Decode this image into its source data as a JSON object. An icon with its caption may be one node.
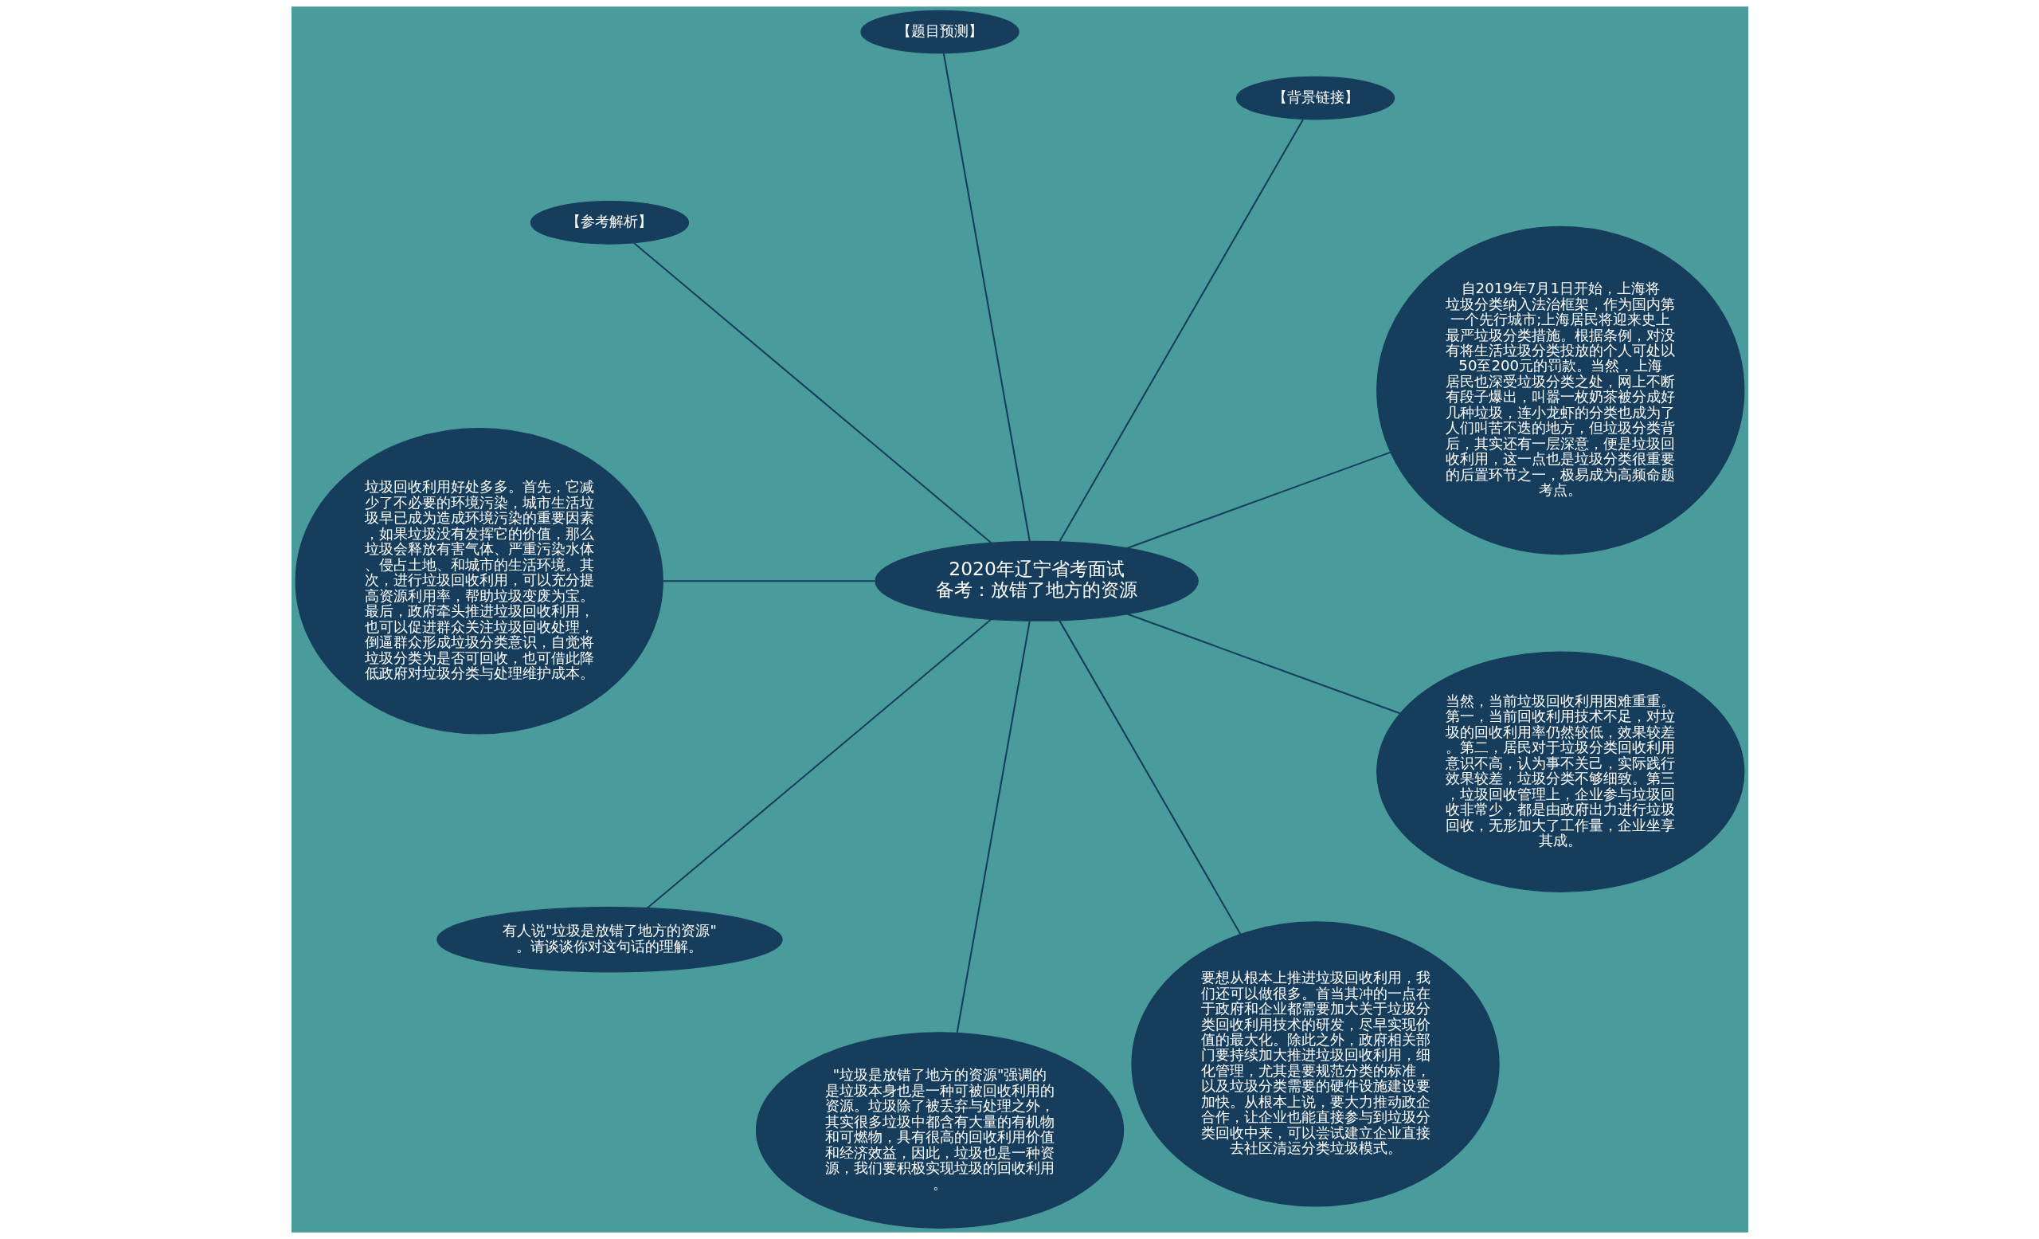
{
  "diagram": {
    "nodes": [
      {
        "text": [
          "2020年辽宁省考面试备考：放错了地方的资源"
        ]
      },
      {
        "text": [
          "自2019年7月1日开始，上海将垃圾分类纳入法治框架，作为国内第一个先行城市;上海居民将迎来史上最严垃圾分类措施。根据条例，对没有将生活垃圾分类投放的个人可处以50至200元的罚款。当然，上海居民也深受垃圾分类之处，网上不断有段子爆出，叫嚣一枚奶茶被分成好几种垃圾，连小龙虾的分类也成为了人们叫苦不迭的地方，但垃圾分类背后，其实还有一层深意，便是垃圾回收利用，这一点也是垃圾分类很重要的后置环节之一，极易成为高频命题考点。"
        ]
      },
      {
        "text": [
          "【背景链接】"
        ]
      },
      {
        "text": [
          "【题目预测】"
        ]
      },
      {
        "text": [
          "【参考解析】"
        ]
      },
      {
        "text": [
          "垃圾回收利用好处多多。首先，它减少了不必要的环境污染，城市生活垃圾早已成为造成环境污染的重要因素，如果垃圾没有发挥它的价值，那么垃圾会释放有害气体、严重污染水体、侵占土地、和城市的生活环境。其次，进行垃圾回收利用，可以充分提高资源利用率，帮助垃圾变废为宝。最后，政府牵头推进垃圾回收利用，也可以促进群众关注垃圾回收处理，倒逼群众形成垃圾分类意识，自觉将垃圾分类为是否可回收，也可借此降低政府对垃圾分类与处理维护成本。"
        ]
      },
      {
        "text": [
          "有人说\"垃圾是放错了地方的资源\"。请谈谈你对这句话的理解。"
        ]
      },
      {
        "text": [
          "\"垃圾是放错了地方的资源\"强调的是垃圾本身也是一种可被回收利用的资源。垃圾除了被丢弃与处理之外，其实很多垃圾中都含有大量的有机物和可燃物，具有很高的回收利用价值和经济效益，因此，垃圾也是一种资源，我们要积极实现垃圾的回收利用。"
        ]
      },
      {
        "text": [
          "要想从根本上推进垃圾回收利用，我们还可以做很多。首当其冲的一点在于政府和企业都需要加大关于垃圾分类回收利用技术的研发，尽早实现价值的最大化。除此之外，政府相关部门要持续加大推进垃圾回收利用，细化管理，尤其是要规范分类的标准，以及垃圾分类需要的硬件设施建设要加快。从根本上说，要大力推动政企合作，让企业也能直接参与到垃圾分类回收中来，可以尝试建立企业直接去社区清运分类垃圾模式。"
        ]
      },
      {
        "text": [
          "当然，当前垃圾回收利用困难重重。第一，当前回收利用技术不足，对垃圾的回收利用率仍然较低，效果较差。第二，居民对于垃圾分类回收利用意识不高，认为事不关己，实际践行效果较差，垃圾分类不够细致。第三，垃圾回收管理上，企业参与垃圾回收非常少，都是由政府出力进行垃圾回收，无形加大了工作量，企业坐享其成。"
        ]
      }
    ],
    "edges": [
      {
        "from": 0,
        "to": 1,
        "arrow": "none"
      },
      {
        "from": 0,
        "to": 2,
        "arrow": "none"
      },
      {
        "from": 0,
        "to": 3,
        "arrow": "none"
      },
      {
        "from": 0,
        "to": 4,
        "arrow": "none"
      },
      {
        "from": 0,
        "to": 5,
        "arrow": "none"
      },
      {
        "from": 0,
        "to": 6,
        "arrow": "none"
      },
      {
        "from": 0,
        "to": 7,
        "arrow": "none"
      },
      {
        "from": 0,
        "to": 8,
        "arrow": "none"
      },
      {
        "from": 0,
        "to": 9,
        "arrow": "none"
      }
    ]
  }
}
